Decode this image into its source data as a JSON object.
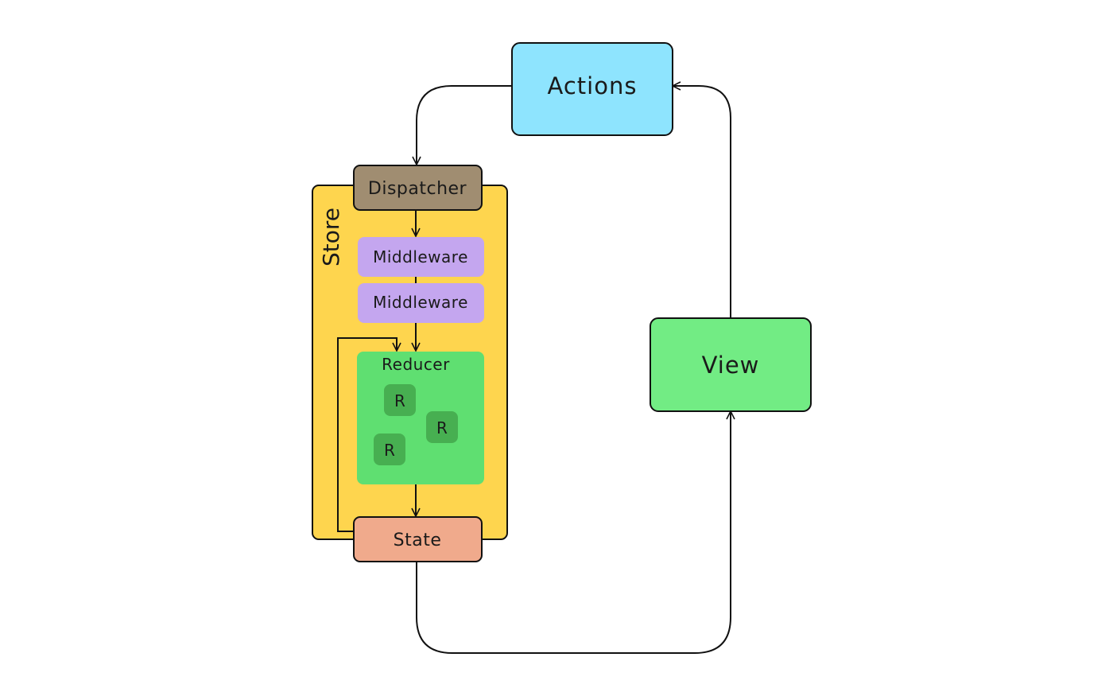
{
  "diagram": {
    "title": "Redux data flow",
    "colors": {
      "actions": "#8ee4fe",
      "dispatcher": "#a08d71",
      "store": "#fed54e",
      "middleware": "#c4a6ef",
      "reducer": "#5fdf71",
      "reducer_item": "#47af51",
      "state": "#f0aa8c",
      "view": "#72ec84",
      "line": "#111111"
    },
    "nodes": {
      "actions": "Actions",
      "dispatcher": "Dispatcher",
      "store": "Store",
      "middleware_1": "Middleware",
      "middleware_2": "Middleware",
      "reducer": "Reducer",
      "reducer_items": [
        "R",
        "R",
        "R"
      ],
      "state": "State",
      "view": "View"
    },
    "edges": [
      {
        "from": "Actions",
        "to": "Dispatcher"
      },
      {
        "from": "Dispatcher",
        "to": "Middleware"
      },
      {
        "from": "Middleware",
        "to": "Middleware"
      },
      {
        "from": "Middleware",
        "to": "Reducer"
      },
      {
        "from": "State",
        "to": "Reducer"
      },
      {
        "from": "Reducer",
        "to": "State"
      },
      {
        "from": "State",
        "to": "View"
      },
      {
        "from": "View",
        "to": "Actions"
      }
    ]
  }
}
